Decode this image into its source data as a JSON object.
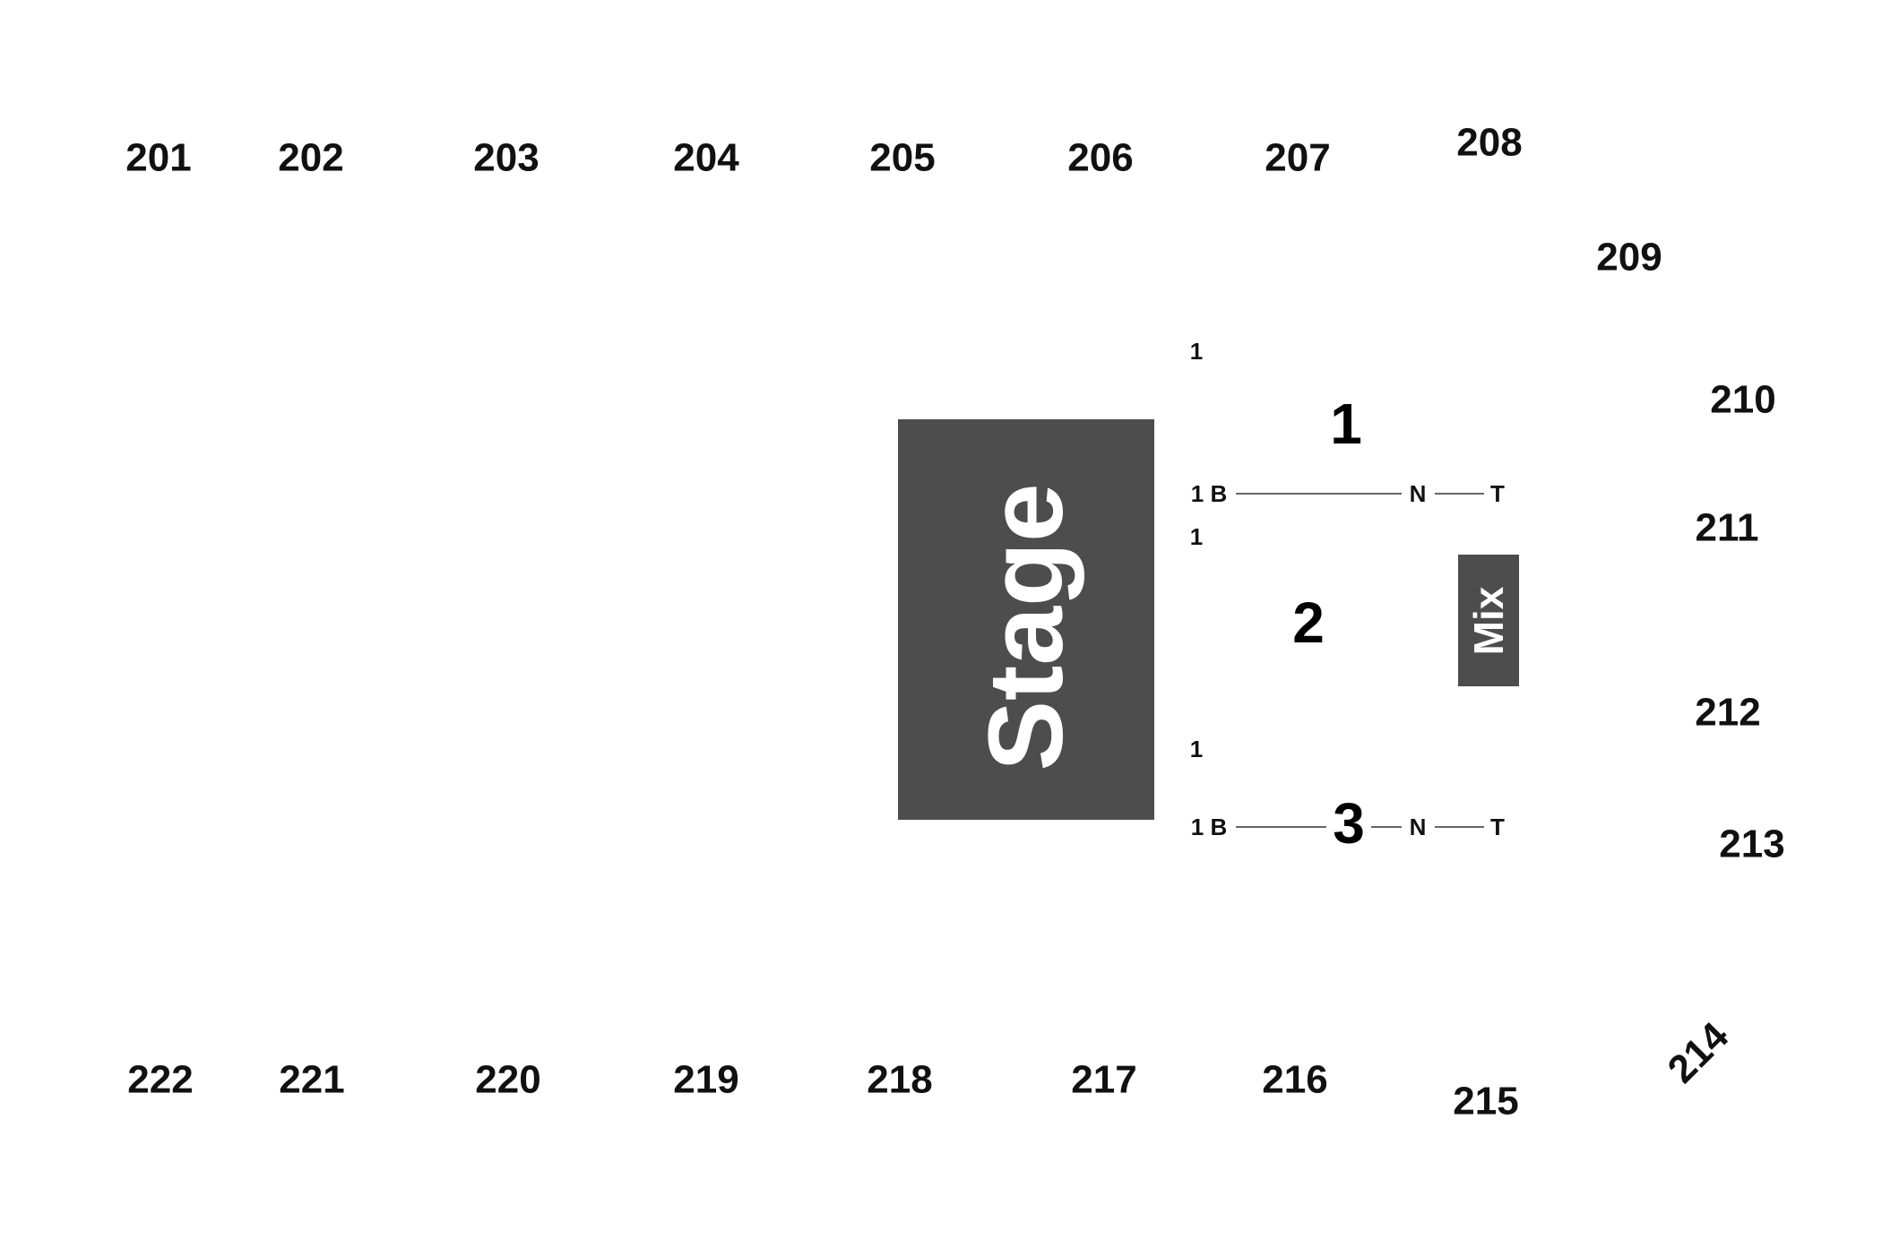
{
  "map": {
    "stage_label": "Stage",
    "mix_label": "Mix",
    "colors": {
      "stage_fill": "#4d4d4d",
      "mix_fill": "#4d4d4d",
      "text": "#111111",
      "background": "#ffffff"
    },
    "upper_sections": {
      "s201": "201",
      "s202": "202",
      "s203": "203",
      "s204": "204",
      "s205": "205",
      "s206": "206",
      "s207": "207",
      "s208": "208",
      "s209": "209",
      "s210": "210",
      "s211": "211",
      "s212": "212",
      "s213": "213",
      "s214": "214",
      "s215": "215",
      "s216": "216",
      "s217": "217",
      "s218": "218",
      "s219": "219",
      "s220": "220",
      "s221": "221",
      "s222": "222"
    },
    "floor_sections": {
      "f1": "1",
      "f2": "2",
      "f3": "3"
    },
    "row_labels": {
      "sec1_top_row": "1",
      "sec1_back_row": "1 B",
      "sec1_row_n": "N",
      "sec1_row_t": "T",
      "sec2_top_row": "1",
      "sec3_top_row": "1",
      "sec3_back_row": "1 B",
      "sec3_row_n": "N",
      "sec3_row_t": "T"
    }
  }
}
